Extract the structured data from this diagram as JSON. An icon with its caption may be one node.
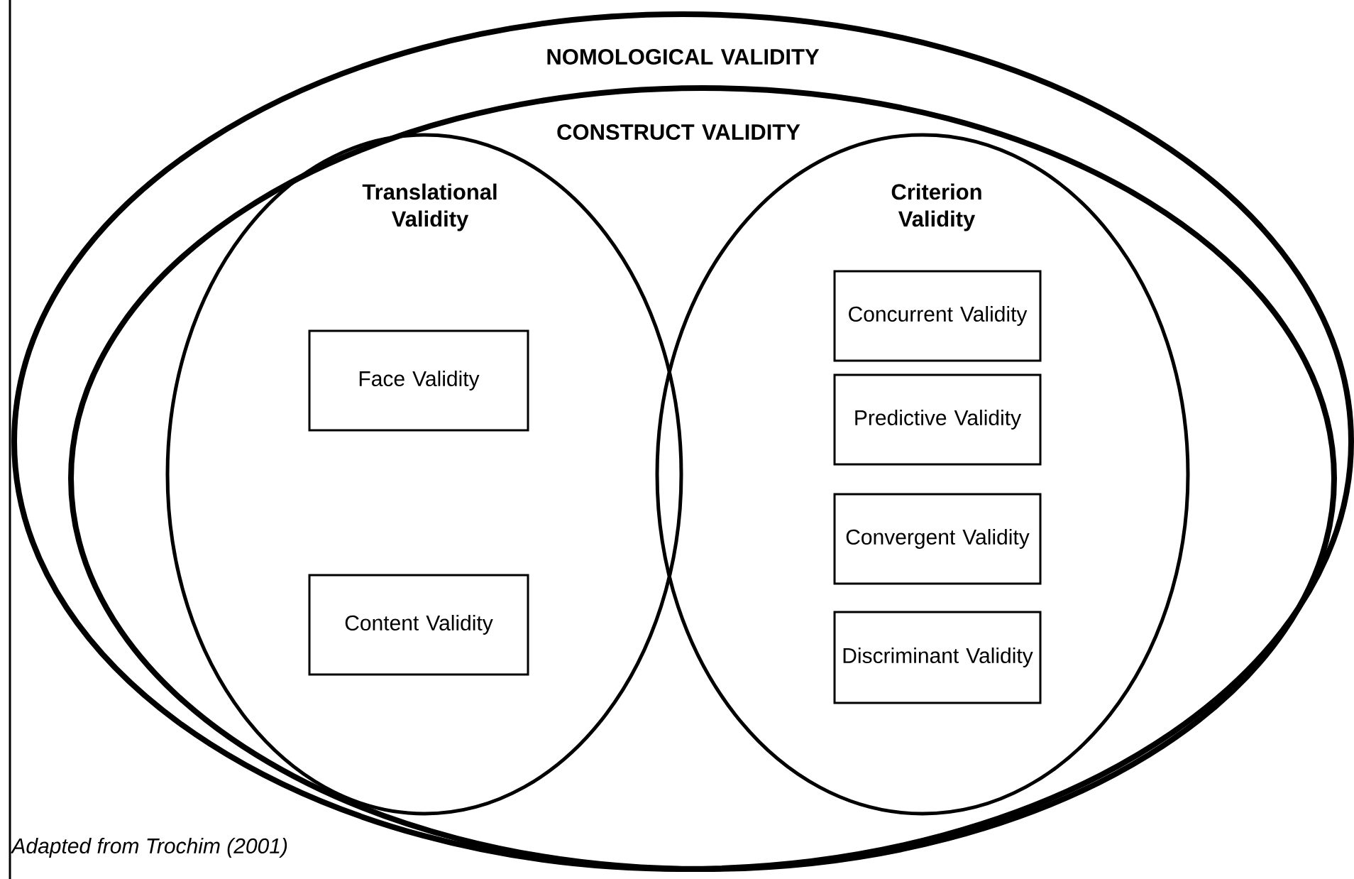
{
  "diagram": {
    "caption": "Adapted from Trochim (2001)",
    "nodes": [
      {
        "text": [
          "NOMOLOGICAL VALIDITY"
        ]
      },
      {
        "text": [
          "CONSTRUCT VALIDITY"
        ],
        "in": 0
      },
      {
        "text": [
          "Translational Validity"
        ],
        "in": 1
      },
      {
        "text": [
          "Face Validity"
        ],
        "in": 2
      },
      {
        "text": [
          "Content Validity"
        ],
        "in": 2
      },
      {
        "text": [
          "Criterion Validity"
        ],
        "in": 1
      },
      {
        "text": [
          "Concurrent Validity"
        ],
        "in": 5
      },
      {
        "text": [
          "Predictive Validity"
        ],
        "in": 5
      },
      {
        "text": [
          "Convergent Validity"
        ],
        "in": 5
      },
      {
        "text": [
          "Discriminant Validity"
        ],
        "in": 5
      }
    ]
  }
}
